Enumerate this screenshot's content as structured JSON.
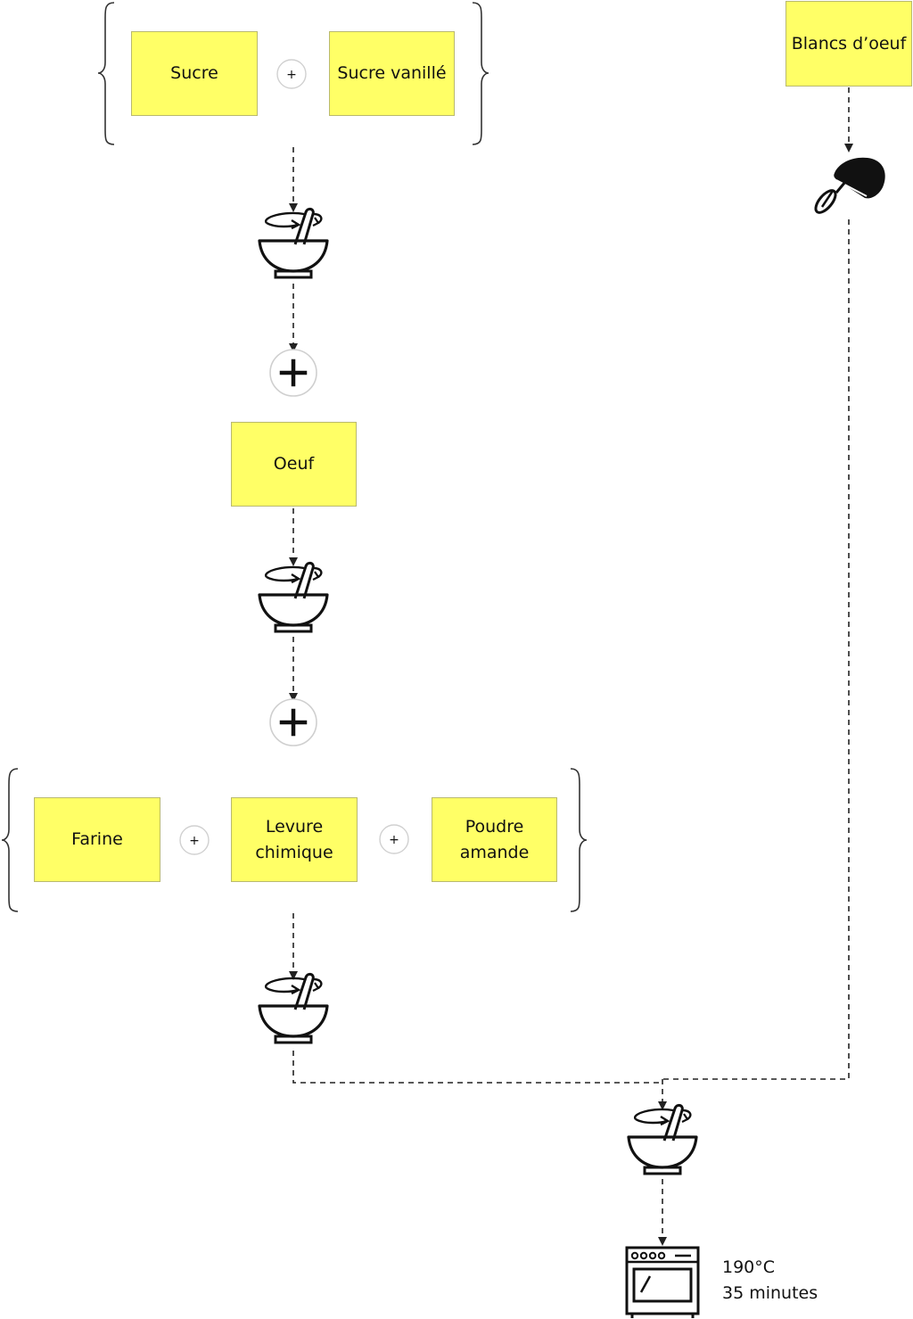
{
  "ingredients": {
    "sucre": "Sucre",
    "sucre_vanille": "Sucre vanillé",
    "oeuf": "Oeuf",
    "farine": "Farine",
    "levure": "Levure\nchimique",
    "poudre": "Poudre\namande",
    "blancs": "Blancs d’oeuf"
  },
  "operators": {
    "plus": "+"
  },
  "cuisson": {
    "temperature": "190°C",
    "duree": "35 minutes"
  },
  "icons": {
    "mix": "mixing-bowl-icon",
    "whisk": "hand-mixer-icon",
    "oven": "oven-icon",
    "add": "plus-circle-icon"
  },
  "colors": {
    "box_fill": "#ffff66",
    "line": "#222222"
  }
}
